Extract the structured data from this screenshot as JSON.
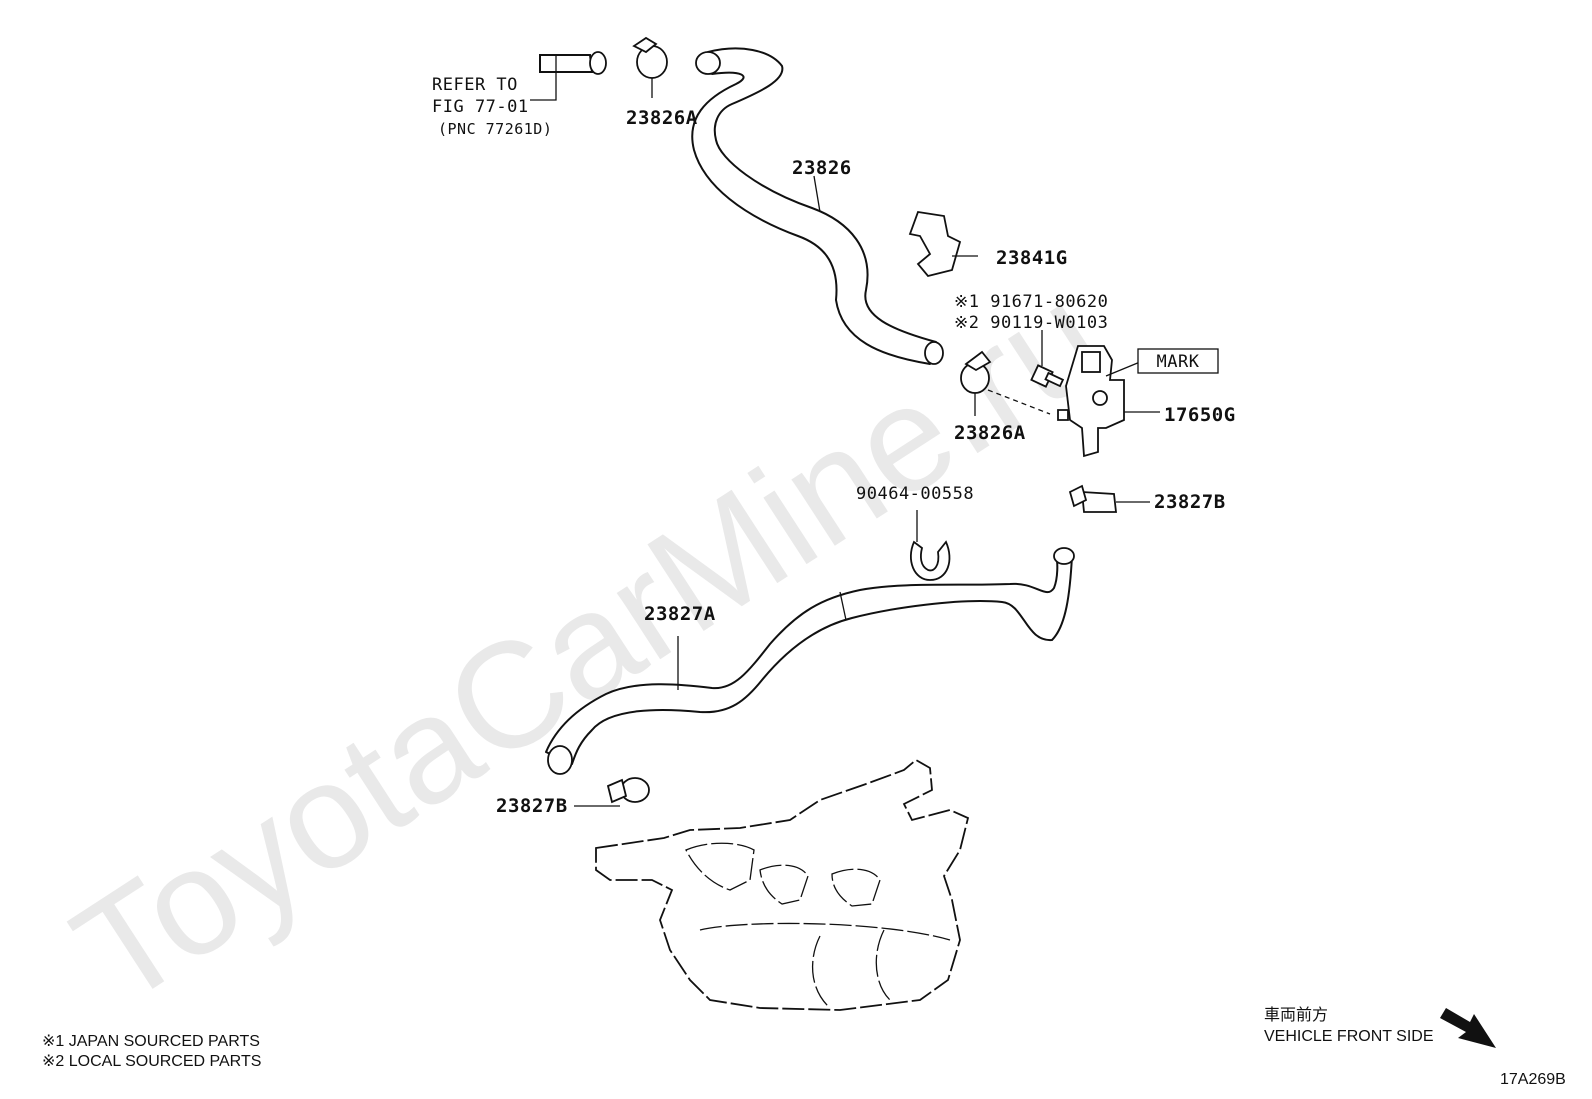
{
  "diagram": {
    "watermark": "ToyotaCarMine.ru",
    "reference": {
      "line1": "REFER TO",
      "line2": "FIG 77-01",
      "line3": "(PNC 77261D)"
    },
    "parts": {
      "p23826A_top": "23826A",
      "p23826": "23826",
      "p23841G": "23841G",
      "bolt1": "※1 91671-80620",
      "bolt2": "※2 90119-W0103",
      "mark": "MARK",
      "p17650G": "17650G",
      "p23826A_mid": "23826A",
      "p90464": "90464-00558",
      "p23827B_right": "23827B",
      "p23827A": "23827A",
      "p23827B_left": "23827B"
    },
    "notes": {
      "note1": "※1  JAPAN SOURCED PARTS",
      "note2": "※2  LOCAL SOURCED PARTS"
    },
    "direction": {
      "jp": "車両前方",
      "en": "VEHICLE FRONT SIDE"
    },
    "diagram_code": "17A269B"
  }
}
